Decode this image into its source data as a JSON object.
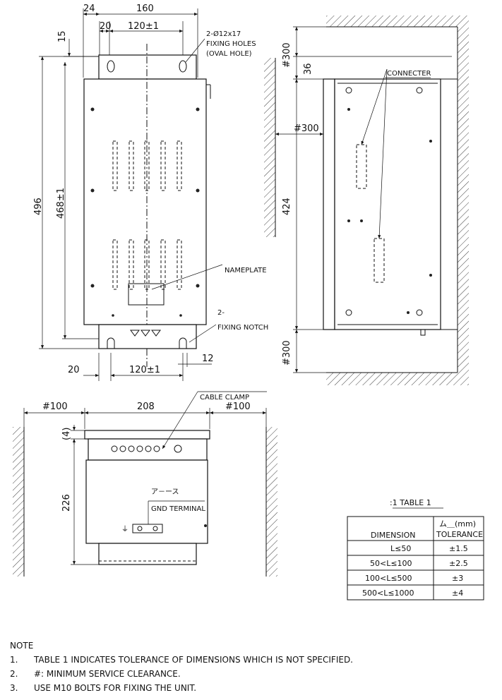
{
  "front_view": {
    "dim_24": "24",
    "dim_160": "160",
    "dim_15": "15",
    "dim_20_top": "20",
    "dim_120_top": "120±1",
    "dim_496": "496",
    "dim_468": "468±1",
    "dim_20_bottom": "20",
    "dim_120_bottom": "120±1",
    "dim_12": "12",
    "fixing_holes_line1": "2-Ø12x17",
    "fixing_holes_line2": "FIXING HOLES",
    "fixing_holes_line3": "(OVAL HOLE)",
    "nameplate": "NAMEPLATE",
    "notch_line1": "2-",
    "notch_line2": "FIXING NOTCH"
  },
  "side_view": {
    "clear_top": "#300",
    "dim_36": "36",
    "connector": "CONNECTER",
    "clear_side": "#300",
    "dim_424": "424",
    "clear_bottom": "#300"
  },
  "bottom_view": {
    "clear_left": "#100",
    "dim_208": "208",
    "clear_right": "#100",
    "dim_4": "(4)",
    "cable_clamp": "CABLE CLAMP",
    "dim_226": "226",
    "gnd_garbled": "ア－ース",
    "gnd_terminal": "GND TERMINAL"
  },
  "table": {
    "title": ":1 TABLE 1",
    "header_dimension": "DIMENSION",
    "header_tolerance_top": "ム＿(mm)",
    "header_tolerance": "TOLERANCE",
    "rows": [
      {
        "dimension": "L≤50",
        "tolerance": "±1.5"
      },
      {
        "dimension": "50<L≤100",
        "tolerance": "±2.5"
      },
      {
        "dimension": "100<L≤500",
        "tolerance": "±3"
      },
      {
        "dimension": "500<L≤1000",
        "tolerance": "±4"
      }
    ]
  },
  "notes": {
    "title": "NOTE",
    "items": [
      {
        "num": "1.",
        "text": "TABLE 1 INDICATES TOLERANCE OF DIMENSIONS WHICH IS NOT SPECIFIED."
      },
      {
        "num": "2.",
        "text": "#: MINIMUM SERVICE CLEARANCE."
      },
      {
        "num": "3.",
        "text": "USE M10 BOLTS FOR FIXING THE UNIT."
      }
    ]
  }
}
